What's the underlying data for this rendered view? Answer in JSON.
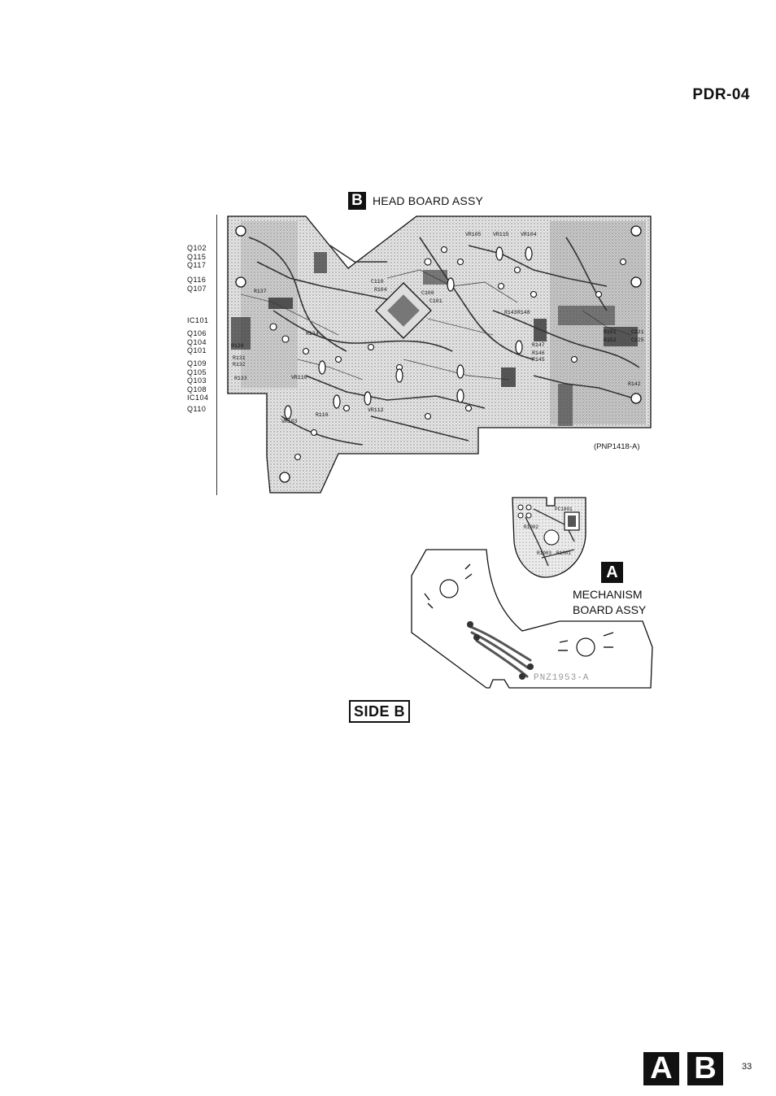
{
  "header": {
    "model": "PDR-04"
  },
  "head_board": {
    "badge": "B",
    "title": "HEAD BOARD ASSY",
    "part_number": "(PNP1418-A)",
    "ref_groups": [
      [
        "Q102",
        "Q115",
        "Q117"
      ],
      [
        "Q116",
        "Q107"
      ],
      [
        "IC101"
      ],
      [
        "Q106",
        "Q104",
        "Q101"
      ],
      [
        "Q109",
        "Q105",
        "Q103",
        "Q108",
        "IC104"
      ],
      [
        "Q110"
      ]
    ],
    "silk_labels": [
      "VR105",
      "VR115",
      "VR104",
      "R137",
      "R134",
      "R131",
      "R132",
      "R133",
      "R120",
      "VR103",
      "VR110",
      "VR112",
      "R116",
      "R142",
      "R147",
      "R146",
      "R151",
      "R152",
      "C225",
      "C221",
      "R148",
      "R143",
      "R145",
      "C110",
      "R104",
      "C108",
      "C101"
    ]
  },
  "mechanism_board": {
    "badge": "A",
    "title_line1": "MECHANISM",
    "title_line2": "BOARD ASSY",
    "part_number": "PNZ1953-A",
    "silk_labels": [
      "PC1001",
      "R1002",
      "R1001",
      "R1003"
    ]
  },
  "side_label": "SIDE B",
  "footer": {
    "badge_a": "A",
    "badge_b": "B",
    "page_number": "33"
  },
  "colors": {
    "ink": "#111111",
    "paper": "#ffffff",
    "trace": "#555555",
    "board_fill": "#cfcfcf"
  }
}
